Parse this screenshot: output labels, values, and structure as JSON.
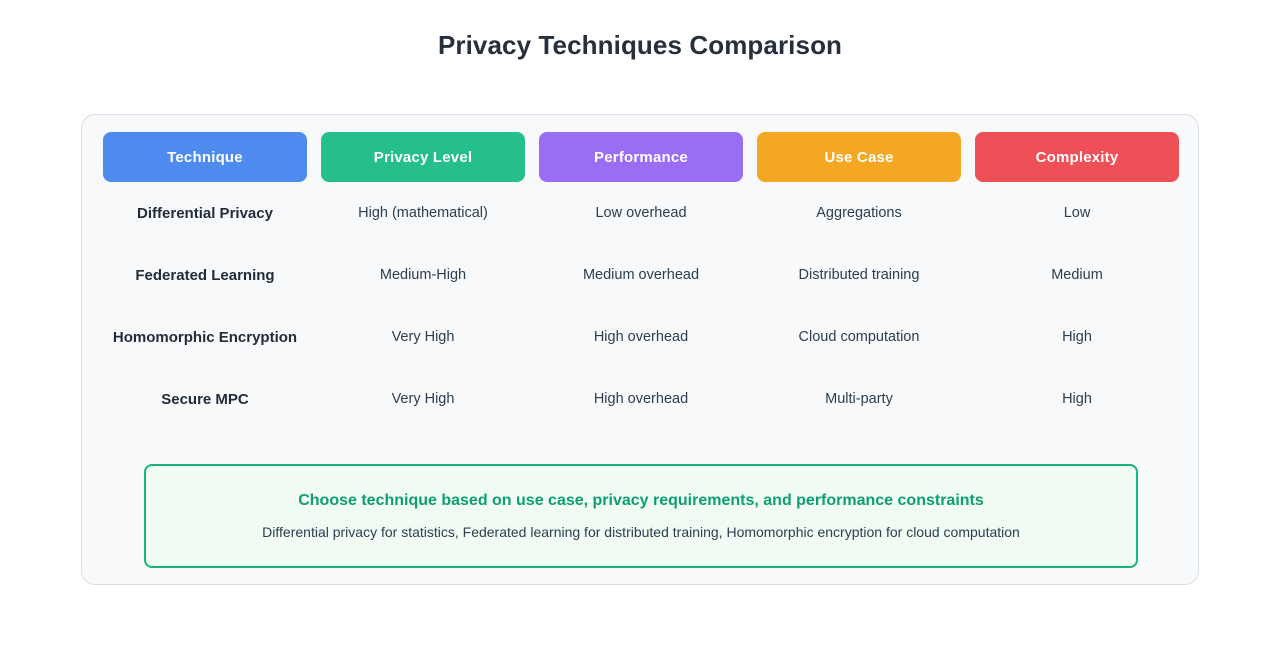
{
  "page": {
    "title": "Privacy Techniques Comparison",
    "background": "#ffffff"
  },
  "table": {
    "columns": [
      {
        "label": "Technique",
        "color": "#4f8bee"
      },
      {
        "label": "Privacy Level",
        "color": "#27bf89"
      },
      {
        "label": "Performance",
        "color": "#9a6df2"
      },
      {
        "label": "Use Case",
        "color": "#f4a723"
      },
      {
        "label": "Complexity",
        "color": "#ef5057"
      }
    ],
    "rows": [
      {
        "technique": "Differential Privacy",
        "privacy_level": "High (mathematical)",
        "performance": "Low overhead",
        "use_case": "Aggregations",
        "complexity": "Low"
      },
      {
        "technique": "Federated Learning",
        "privacy_level": "Medium-High",
        "performance": "Medium overhead",
        "use_case": "Distributed training",
        "complexity": "Medium"
      },
      {
        "technique": "Homomorphic Encryption",
        "privacy_level": "Very High",
        "performance": "High overhead",
        "use_case": "Cloud computation",
        "complexity": "High"
      },
      {
        "technique": "Secure MPC",
        "privacy_level": "Very High",
        "performance": "High overhead",
        "use_case": "Multi-party",
        "complexity": "High"
      }
    ]
  },
  "callout": {
    "heading": "Choose technique based on use case, privacy requirements, and performance constraints",
    "subtext": "Differential privacy for statistics, Federated learning for distributed training, Homomorphic encryption for cloud computation",
    "border_color": "#17b57e",
    "background_color": "#f0fbf4",
    "heading_color": "#0f9e6f"
  }
}
